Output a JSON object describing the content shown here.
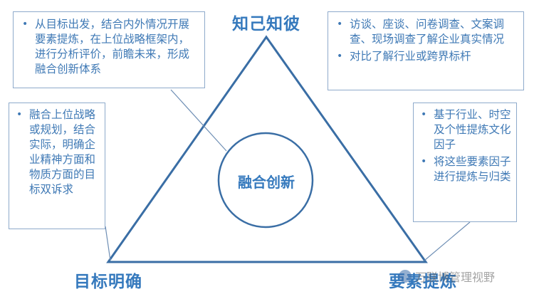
{
  "vertices": {
    "top": "知己知彼",
    "left": "目标明确",
    "right": "要素提炼"
  },
  "center": "融合创新",
  "notes": {
    "top_left": [
      "从目标出发，结合内外情况开展要素提炼，在上位战略框架内，进行分析评价，前瞻未来，形成融合创新体系"
    ],
    "top_right": [
      "访谈、座谈、问卷调查、文案调查、现场调查了解企业真实情况",
      "对比了解行业或跨界标杆"
    ],
    "left": [
      "融合上位战略或规划，结合实际，明确企业精神方面和物质方面的目标双诉求"
    ],
    "right": [
      "基于行业、时空及个性提炼文化因子",
      "将这些要素因子进行提炼与归类"
    ]
  },
  "watermark": "万联博管理视野",
  "colors": {
    "accent": "#3579bd",
    "text": "#3f79b5",
    "border": "#8eaacb"
  }
}
